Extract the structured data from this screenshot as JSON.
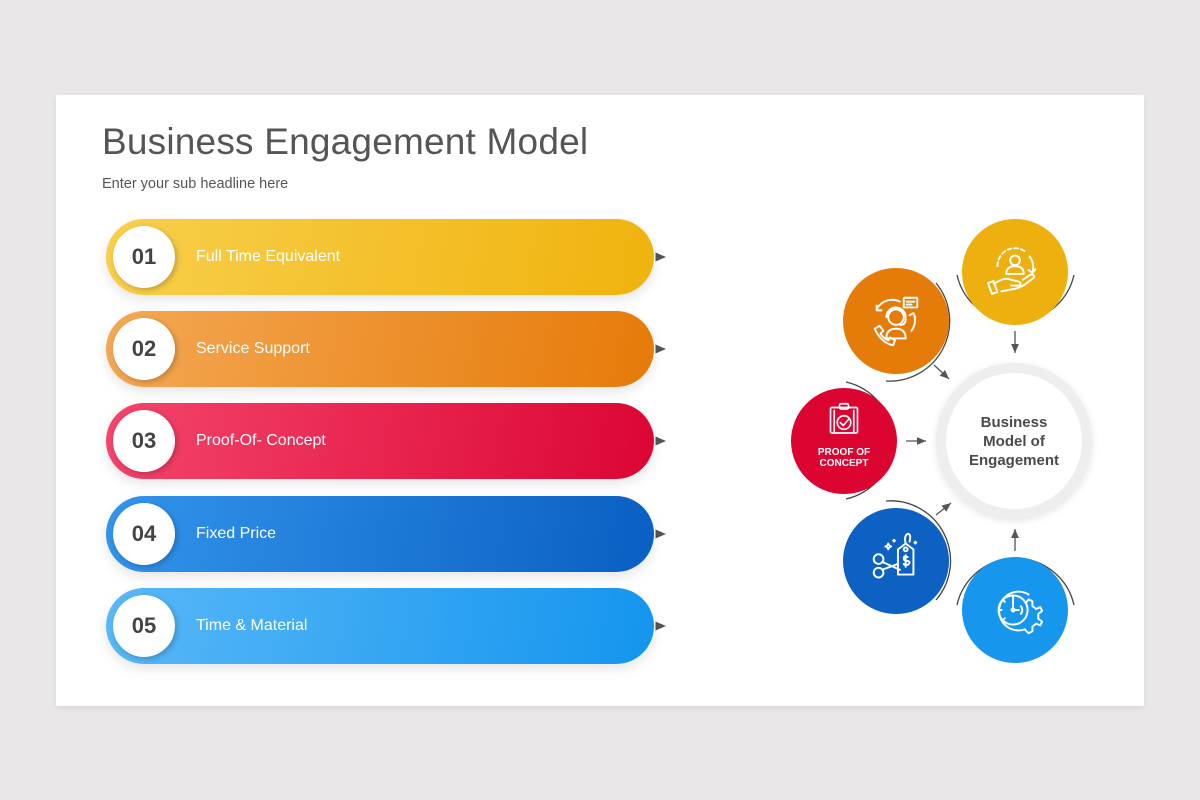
{
  "slide": {
    "title": "Business Engagement Model",
    "subtitle": "Enter your sub headline here"
  },
  "items": [
    {
      "number": "01",
      "label": "Full Time Equivalent",
      "color": "#f0b30d",
      "icon": "person-care-hand-icon"
    },
    {
      "number": "02",
      "label": "Service Support",
      "color": "#e67a08",
      "icon": "customer-support-headset-icon"
    },
    {
      "number": "03",
      "label": "Proof-Of- Concept",
      "color": "#dc0533",
      "icon": "clipboard-check-icon"
    },
    {
      "number": "04",
      "label": "Fixed Price",
      "color": "#0a5fc2",
      "icon": "price-tag-scissors-icon"
    },
    {
      "number": "05",
      "label": "Time & Material",
      "color": "#1495ee",
      "icon": "clock-gear-icon"
    }
  ],
  "center": {
    "label": "Business Model of Engagement"
  },
  "poc_icon_text": {
    "line1": "PROOF OF",
    "line2": "CONCEPT"
  }
}
